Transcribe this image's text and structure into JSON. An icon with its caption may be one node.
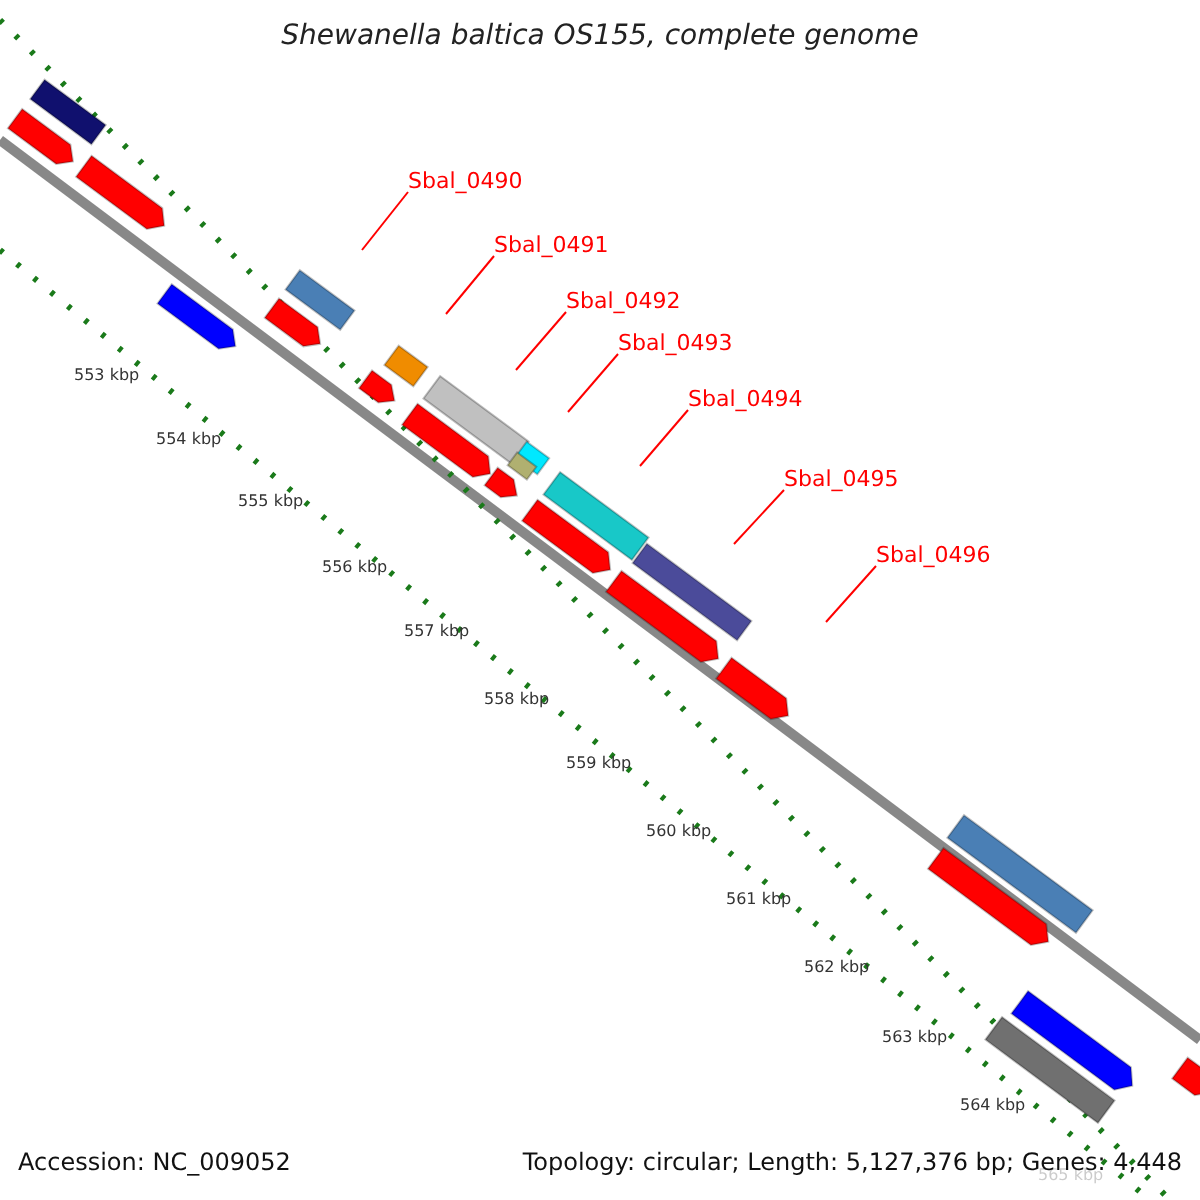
{
  "diagram": {
    "title": "Shewanella baltica OS155, complete genome",
    "nodes": [
      {
        "text": [
          "Sbal_0490"
        ]
      },
      {
        "text": [
          "Sbal_0491"
        ]
      },
      {
        "text": [
          "Sbal_0492"
        ]
      },
      {
        "text": [
          "Sbal_0493"
        ]
      },
      {
        "text": [
          "Sbal_0494"
        ]
      },
      {
        "text": [
          "Sbal_0495"
        ]
      },
      {
        "text": [
          "Sbal_0496"
        ]
      }
    ],
    "edges": [
      {
        "from": 0,
        "to": null,
        "arrow": "none",
        "color": "#ff0000"
      },
      {
        "from": 1,
        "to": null,
        "arrow": "none",
        "color": "#ff0000"
      },
      {
        "from": 2,
        "to": null,
        "arrow": "none",
        "color": "#ff0000"
      },
      {
        "from": 3,
        "to": null,
        "arrow": "none",
        "color": "#ff0000"
      },
      {
        "from": 4,
        "to": null,
        "arrow": "none",
        "color": "#ff0000"
      },
      {
        "from": 5,
        "to": null,
        "arrow": "none",
        "color": "#ff0000"
      },
      {
        "from": 6,
        "to": null,
        "arrow": "none",
        "color": "#ff0000"
      }
    ],
    "labels": [
      "553 kbp",
      "554 kbp",
      "555 kbp",
      "556 kbp",
      "557 kbp",
      "558 kbp",
      "559 kbp",
      "560 kbp",
      "561 kbp",
      "562 kbp",
      "563 kbp",
      "564 kbp",
      "565 kbp",
      "Accession: NC_009052",
      "Topology: circular; Length: 5,127,376 bp; Genes: 4,448"
    ]
  }
}
